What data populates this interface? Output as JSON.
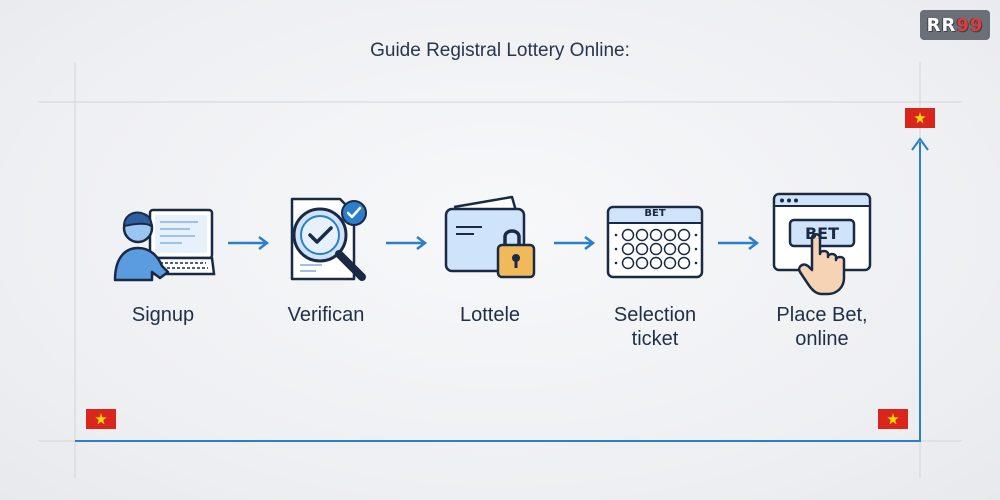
{
  "title": "Guide Registral Lottery Online:",
  "logo": {
    "text_a": "RR",
    "text_b": "99"
  },
  "steps": [
    {
      "label": "Signup",
      "icon": "user-laptop-icon"
    },
    {
      "label": "Verifican",
      "icon": "magnifier-check-icon"
    },
    {
      "label": "Lottele",
      "icon": "wallet-lock-icon"
    },
    {
      "label": "Selection ticket",
      "icon": "ticket-grid-icon",
      "ticket_header": "BET"
    },
    {
      "label": "Place Bet, online",
      "icon": "bet-browser-icon",
      "button_text": "BET"
    }
  ],
  "colors": {
    "accent": "#2b7fc8",
    "icon_fill": "#cfe3fb",
    "icon_outline": "#1b2a44",
    "flag_red": "#da251d",
    "flag_star": "#ffdd00"
  }
}
